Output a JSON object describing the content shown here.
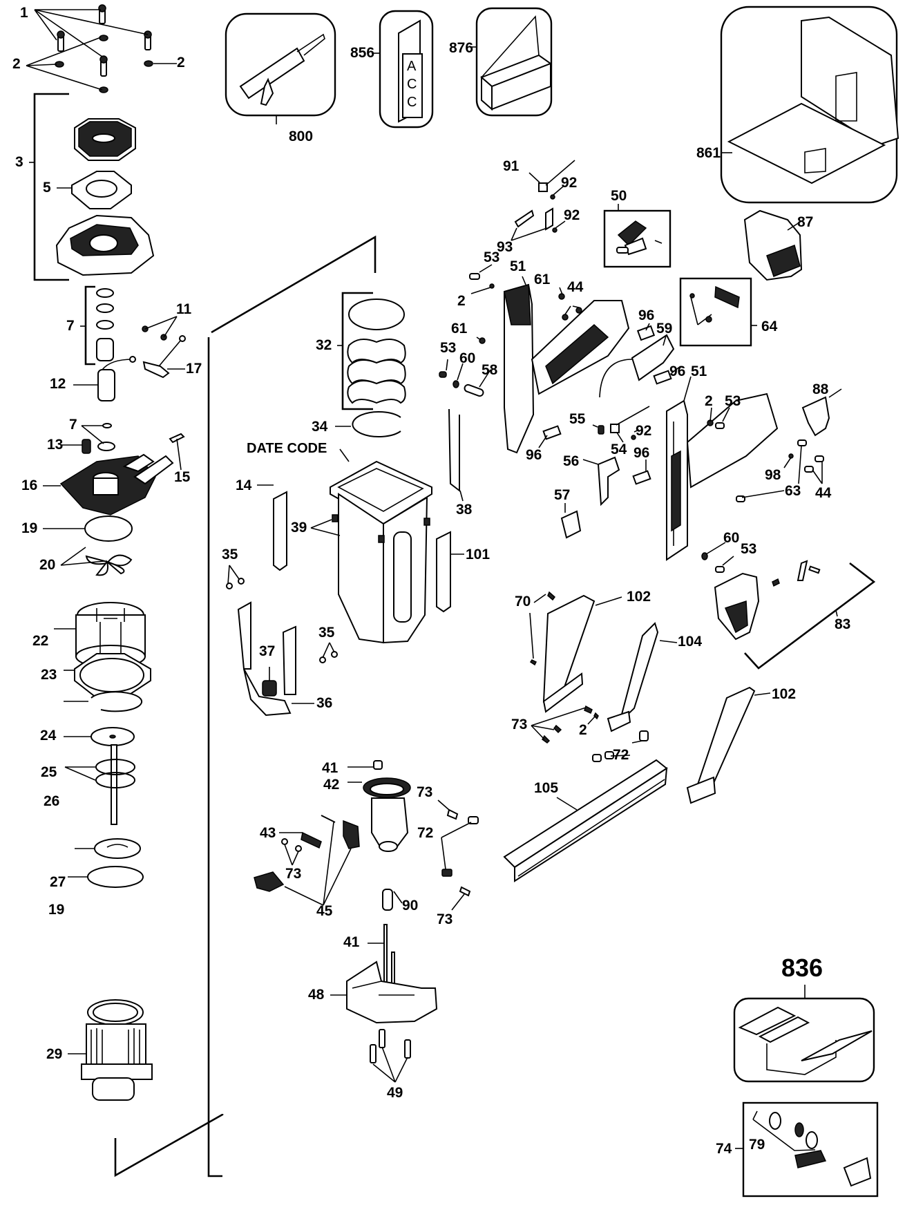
{
  "diagram": {
    "title": "Exploded parts diagram",
    "date_code_label": "DATE CODE",
    "accessory_label_letters": [
      "A",
      "C",
      "C"
    ],
    "callouts": {
      "c1": "1",
      "c2a": "2",
      "c2b": "2",
      "c3": "3",
      "c5": "5",
      "c7a": "7",
      "c11": "11",
      "c17": "17",
      "c12": "12",
      "c7b": "7",
      "c13": "13",
      "c15": "15",
      "c16": "16",
      "c19a": "19",
      "c20": "20",
      "c22": "22",
      "c23": "23",
      "c24": "24",
      "c25": "25",
      "c26": "26",
      "c27": "27",
      "c19b": "19",
      "c29": "29",
      "c800": "800",
      "c856": "856",
      "c876": "876",
      "c861": "861",
      "c32": "32",
      "c34": "34",
      "c14": "14",
      "c39": "39",
      "c101": "101",
      "c35a": "35",
      "c35b": "35",
      "c37": "37",
      "c36": "36",
      "c38": "38",
      "c91": "91",
      "c92a": "92",
      "c92b": "92",
      "c93": "93",
      "c50": "50",
      "c87": "87",
      "c53a": "53",
      "c51a": "51",
      "c61a": "61",
      "c44a": "44",
      "c2c": "2",
      "c61b": "61",
      "c53b": "53",
      "c60a": "60",
      "c58": "58",
      "c96a": "96",
      "c59": "59",
      "c64": "64",
      "c96b": "96",
      "c51b": "51",
      "c2d": "2",
      "c53c": "53",
      "c88": "88",
      "c55": "55",
      "c54": "54",
      "c92c": "92",
      "c96c": "96",
      "c96d": "96",
      "c56": "56",
      "c57": "57",
      "c98": "98",
      "c63": "63",
      "c44b": "44",
      "c60b": "60",
      "c53d": "53",
      "c70": "70",
      "c102a": "102",
      "c104": "104",
      "c83": "83",
      "c73a": "73",
      "c2e": "2",
      "c72a": "72",
      "c102b": "102",
      "c105": "105",
      "c41a": "41",
      "c42": "42",
      "c73b": "73",
      "c43": "43",
      "c72b": "72",
      "c73c": "73",
      "c90": "90",
      "c45": "45",
      "c41b": "41",
      "c73d": "73",
      "c48": "48",
      "c49": "49",
      "c836": "836",
      "c74": "74",
      "c79": "79"
    }
  }
}
